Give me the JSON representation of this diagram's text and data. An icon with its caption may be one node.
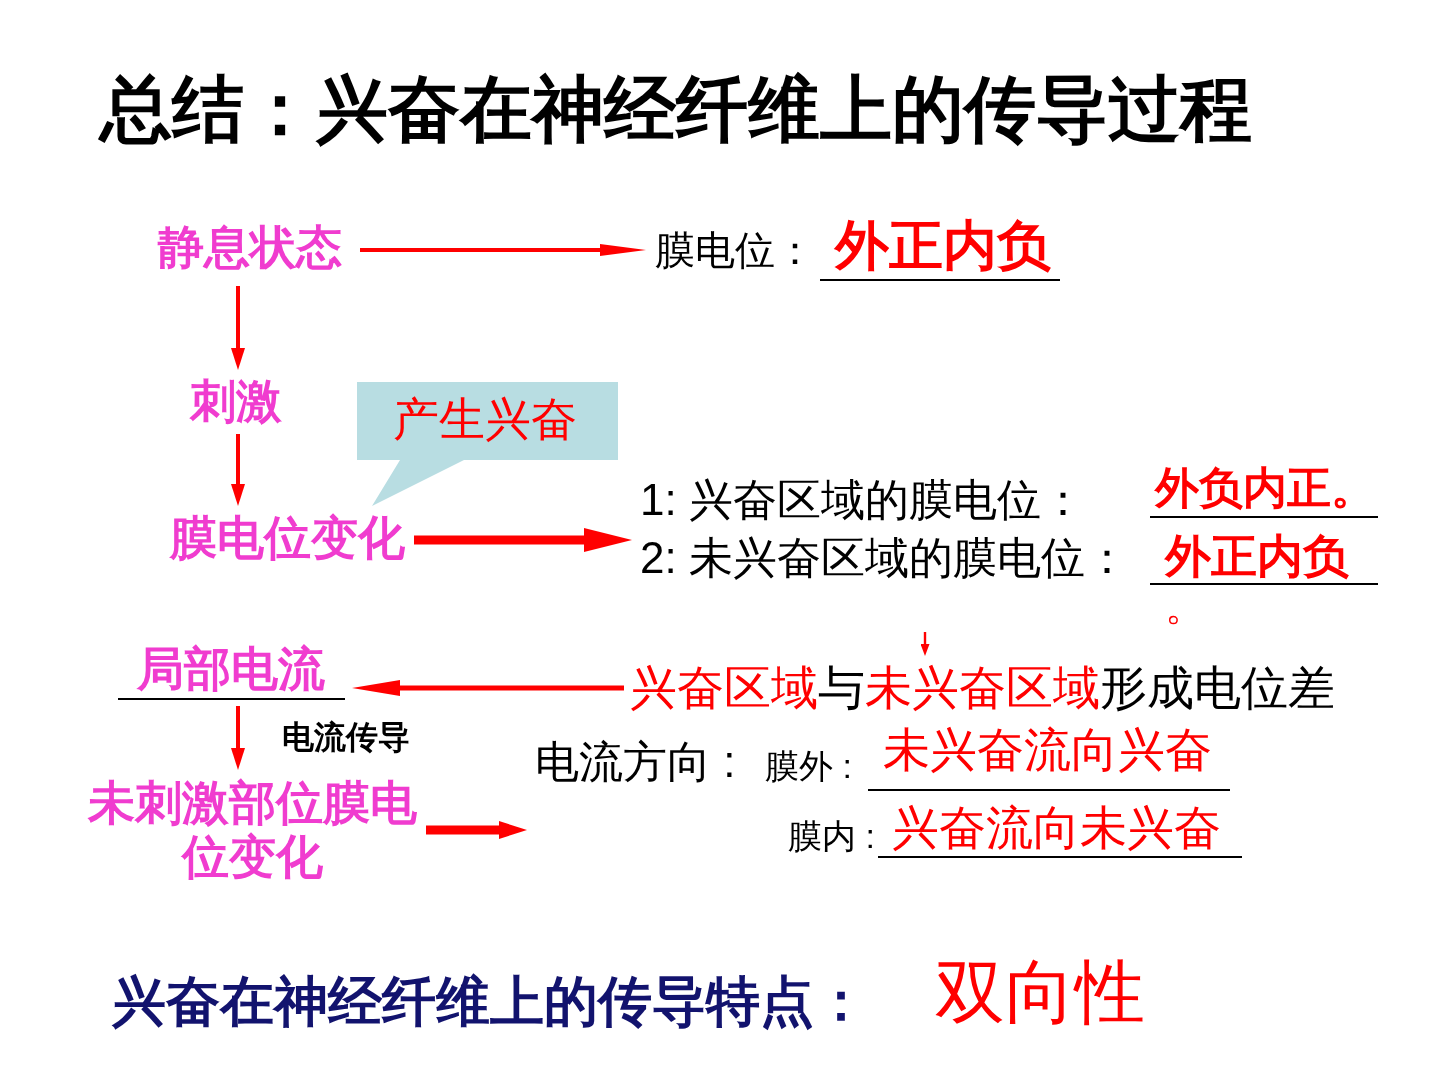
{
  "diagram": {
    "title": "总结：兴奋在神经纤维上的传导过程",
    "nodes": [
      {
        "text": [
          "静息状态"
        ]
      },
      {
        "text": [
          "膜电位：",
          "外正内负"
        ]
      },
      {
        "text": [
          "刺激"
        ]
      },
      {
        "text": [
          "膜电位变化"
        ]
      },
      {
        "text": [
          "产生兴奋"
        ]
      },
      {
        "text": [
          "1: 兴奋区域的膜电位：",
          "外负内正。",
          "2: 未兴奋区域的膜电位：",
          "外正内负",
          "。"
        ]
      },
      {
        "text": [
          "兴奋区域",
          "与",
          "未兴奋区域",
          "形成电位差"
        ]
      },
      {
        "text": [
          "局部电流"
        ]
      },
      {
        "text": [
          "未刺激部位膜电位变化"
        ]
      },
      {
        "text": [
          "电流方向 :",
          "膜外 :",
          "未兴奋流向兴奋",
          "膜内 :",
          "兴奋流向未兴奋"
        ]
      }
    ],
    "edges": [
      {
        "from": 0,
        "to": 1,
        "arrow": "to"
      },
      {
        "from": 0,
        "to": 2,
        "arrow": "to"
      },
      {
        "from": 2,
        "to": 3,
        "arrow": "to"
      },
      {
        "from": 3,
        "to": 5,
        "arrow": "to",
        "style": "thick"
      },
      {
        "from": 5,
        "to": 6,
        "arrow": "to"
      },
      {
        "from": 6,
        "to": 7,
        "arrow": "to"
      },
      {
        "from": 7,
        "to": 8,
        "arrow": "to",
        "label": "电流传导"
      },
      {
        "from": 8,
        "to": 9,
        "arrow": "to",
        "style": "thick"
      }
    ],
    "labels": [
      "兴奋在神经纤维上的传导特点：",
      "双向性"
    ]
  }
}
